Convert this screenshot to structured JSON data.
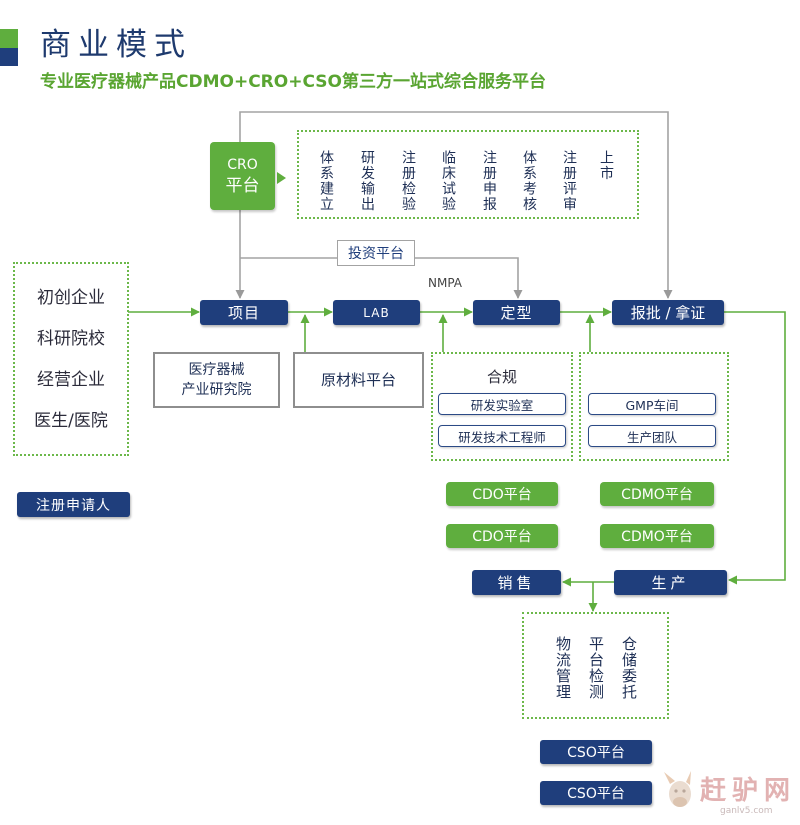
{
  "header": {
    "title": "商业模式",
    "subtitle": "专业医疗器械产品CDMO+CRO+CSO第三方一站式综合服务平台"
  },
  "cro": {
    "label_line1": "CRO",
    "label_line2": "平台",
    "steps": [
      "体系建立",
      "研发输出",
      "注册检验",
      "临床试验",
      "注册申报",
      "体系考核",
      "注册评审",
      "上市"
    ]
  },
  "investment_platform": "投资平台",
  "nmpa": "NMPA",
  "applicants": {
    "items": [
      "初创企业",
      "科研院校",
      "经营企业",
      "医生/医院"
    ],
    "badge": "注册申请人"
  },
  "flow": {
    "project": "项目",
    "lab": "LAB",
    "finalize": "定型",
    "approval": "报批 / 拿证",
    "sales": "销售",
    "production": "生产"
  },
  "support": {
    "institute_line1": "医疗器械",
    "institute_line2": "产业研究院",
    "materials": "原材料平台",
    "compliance": {
      "title": "合规",
      "items": [
        "研发实验室",
        "研发技术工程师"
      ]
    },
    "manufacturing": {
      "items": [
        "GMP车间",
        "生产团队"
      ]
    }
  },
  "platforms": {
    "cdo": [
      "CDO平台",
      "CDO平台"
    ],
    "cdmo": [
      "CDMO平台",
      "CDMO平台"
    ],
    "cso": [
      "CSO平台",
      "CSO平台"
    ]
  },
  "services": [
    "物流管理",
    "平台检测",
    "仓储委托"
  ],
  "watermark": {
    "name": "赶驴网",
    "url": "ganlv5.com"
  },
  "colors": {
    "navy": "#1f3e7c",
    "green": "#5fae3e",
    "connector_gray": "#a3a3a3",
    "subtitle_green": "#5aa532"
  }
}
